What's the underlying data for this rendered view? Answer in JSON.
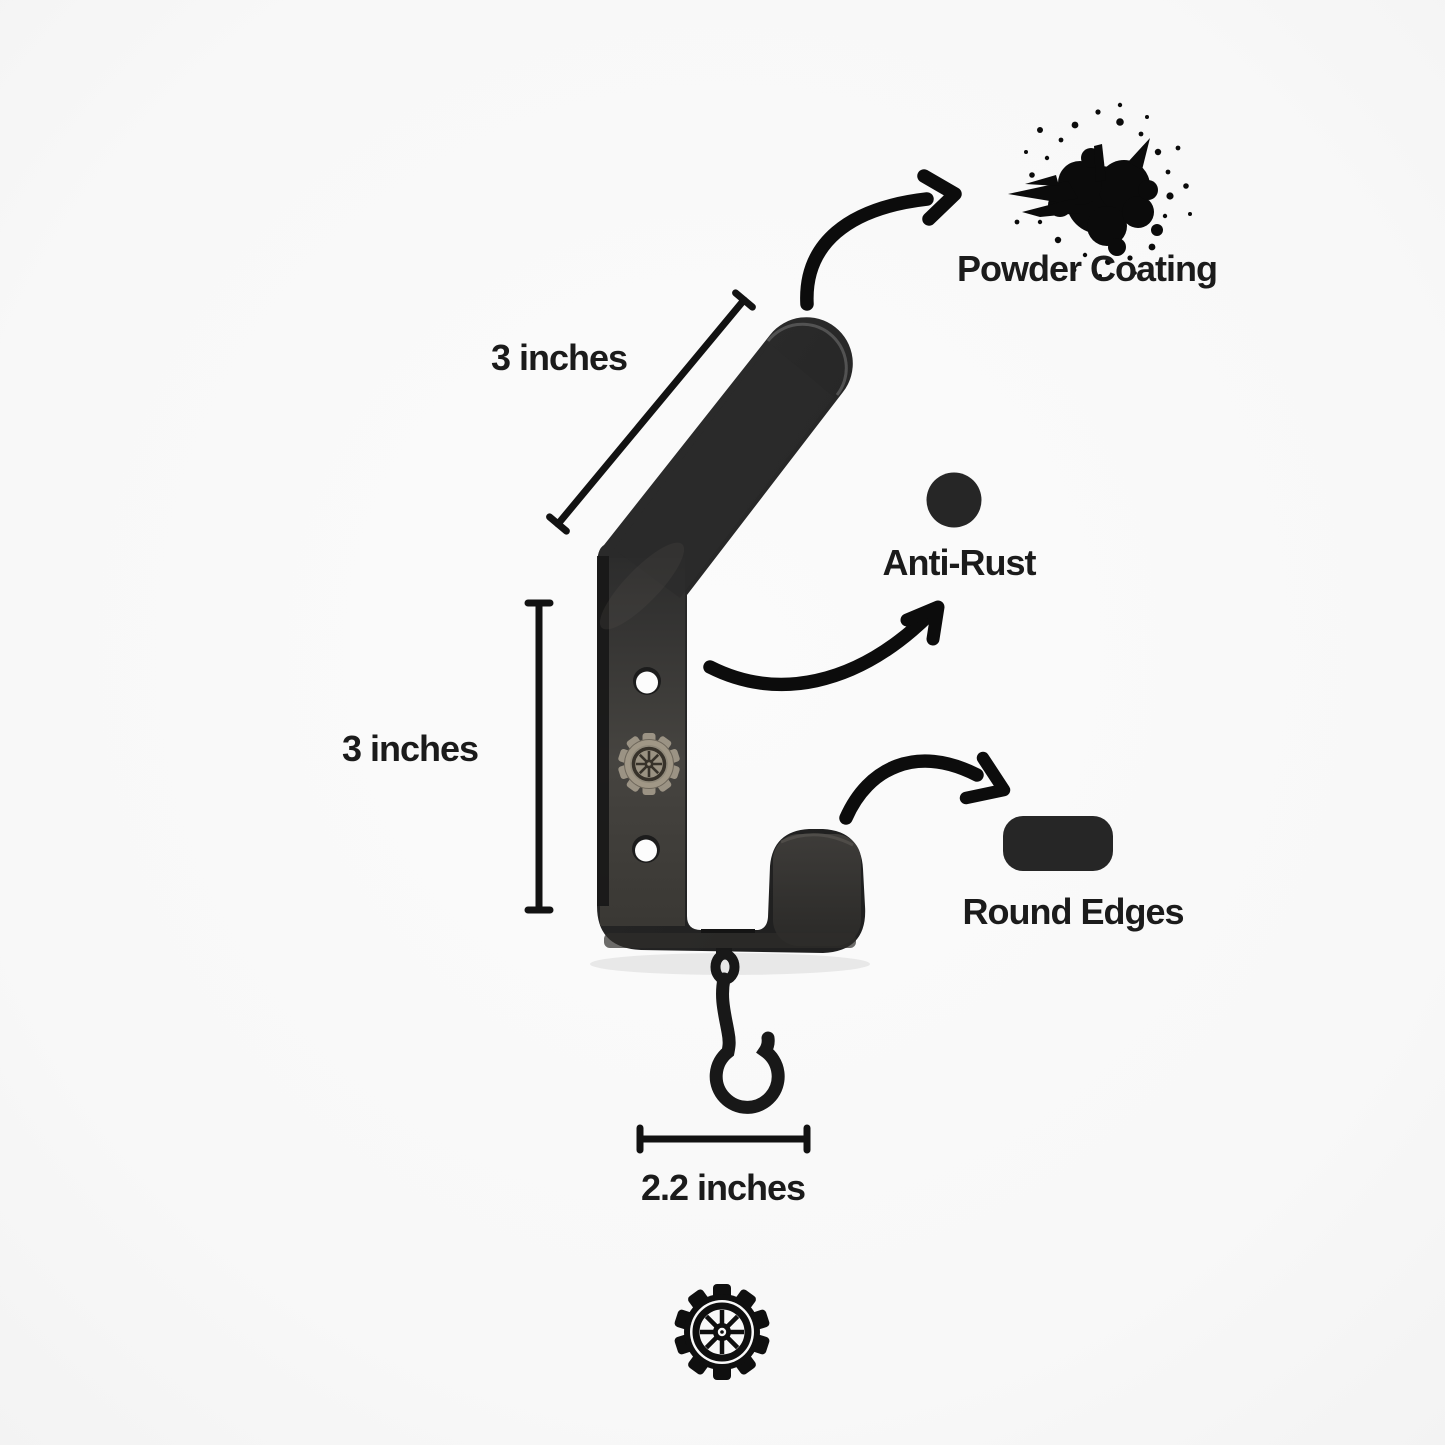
{
  "canvas": {
    "background": "#f9f9f9",
    "ink": "#121212",
    "accent_dark": "#262626",
    "metal_dark": "#232323",
    "emblem_tan": "#a09786"
  },
  "dimensions": {
    "top_arm": {
      "label": "3 inches"
    },
    "plate_height": {
      "label": "3 inches"
    },
    "base_width": {
      "label": "2.2 inches"
    }
  },
  "features": {
    "powder_coating": {
      "label": "Powder Coating",
      "icon": "paint-splatter-icon"
    },
    "anti_rust": {
      "label": "Anti-Rust",
      "icon": "dot-icon"
    },
    "round_edges": {
      "label": "Round Edges",
      "icon": "rounded-rectangle-icon"
    }
  },
  "brand": {
    "icon": "gear-wheel-logo-icon"
  }
}
